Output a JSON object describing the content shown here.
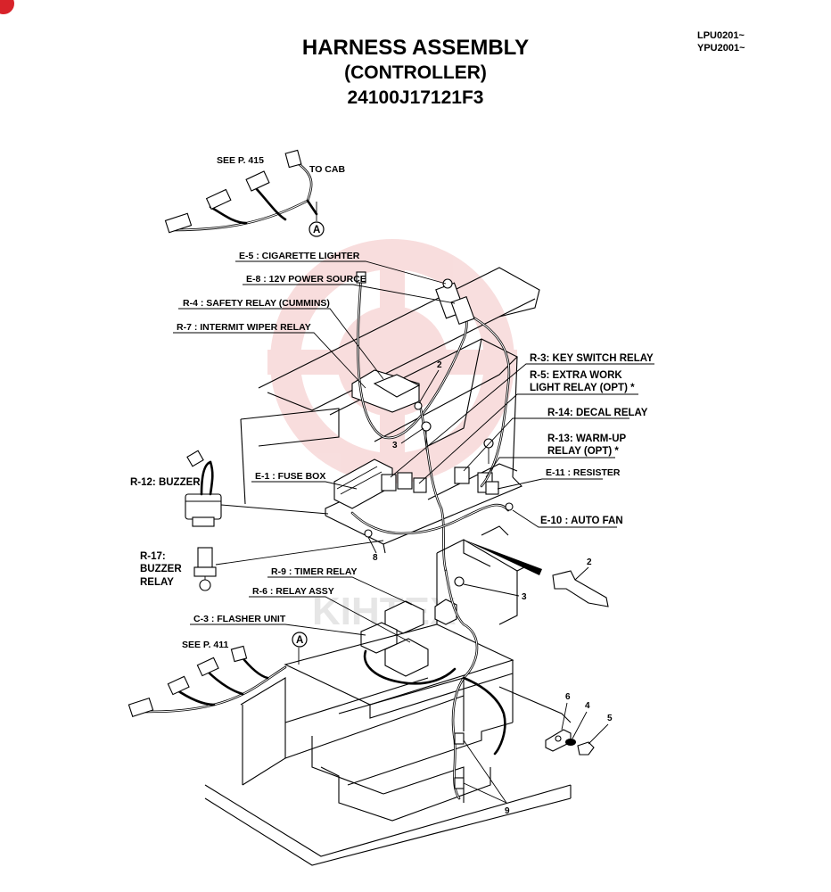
{
  "header": {
    "title_line1": "HARNESS ASSEMBLY",
    "title_line2": "(CONTROLLER)",
    "title_line3": "24100J17121F3",
    "serial_1": "LPU0201~",
    "serial_2": "YPU2001~"
  },
  "refs": {
    "see_top": "SEE P. 415",
    "to_cab": "TO CAB",
    "see_bottom": "SEE P. 411",
    "marker_a": "A"
  },
  "labels": {
    "e5": "E-5 : CIGARETTE LIGHTER",
    "e8": "E-8 : 12V POWER SOURCE",
    "r4": "R-4 : SAFETY RELAY (CUMMINS)",
    "r7": "R-7 : INTERMIT WIPER RELAY",
    "r3": "R-3: KEY SWITCH RELAY",
    "r5a": "R-5: EXTRA WORK",
    "r5b": "LIGHT RELAY (OPT) *",
    "r14": "R-14: DECAL RELAY",
    "r13a": "R-13: WARM-UP",
    "r13b": "RELAY (OPT) *",
    "e11": "E-11 : RESISTER",
    "e1": "E-1 : FUSE BOX",
    "e10": "E-10 : AUTO FAN",
    "r12": "R-12: BUZZER",
    "r17a": "R-17:",
    "r17b": "BUZZER",
    "r17c": "RELAY",
    "r9": "R-9 : TIMER RELAY",
    "r6": "R-6 : RELAY ASSY",
    "c3": "C-3 : FLASHER UNIT"
  },
  "part_numbers": {
    "n2a": "2",
    "n3a": "3",
    "n8": "8",
    "n2b": "2",
    "n3b": "3",
    "n6": "6",
    "n4": "4",
    "n5": "5",
    "n9": "9"
  },
  "colors": {
    "badge": "#d8232a",
    "watermark": "#f3c2c2"
  }
}
